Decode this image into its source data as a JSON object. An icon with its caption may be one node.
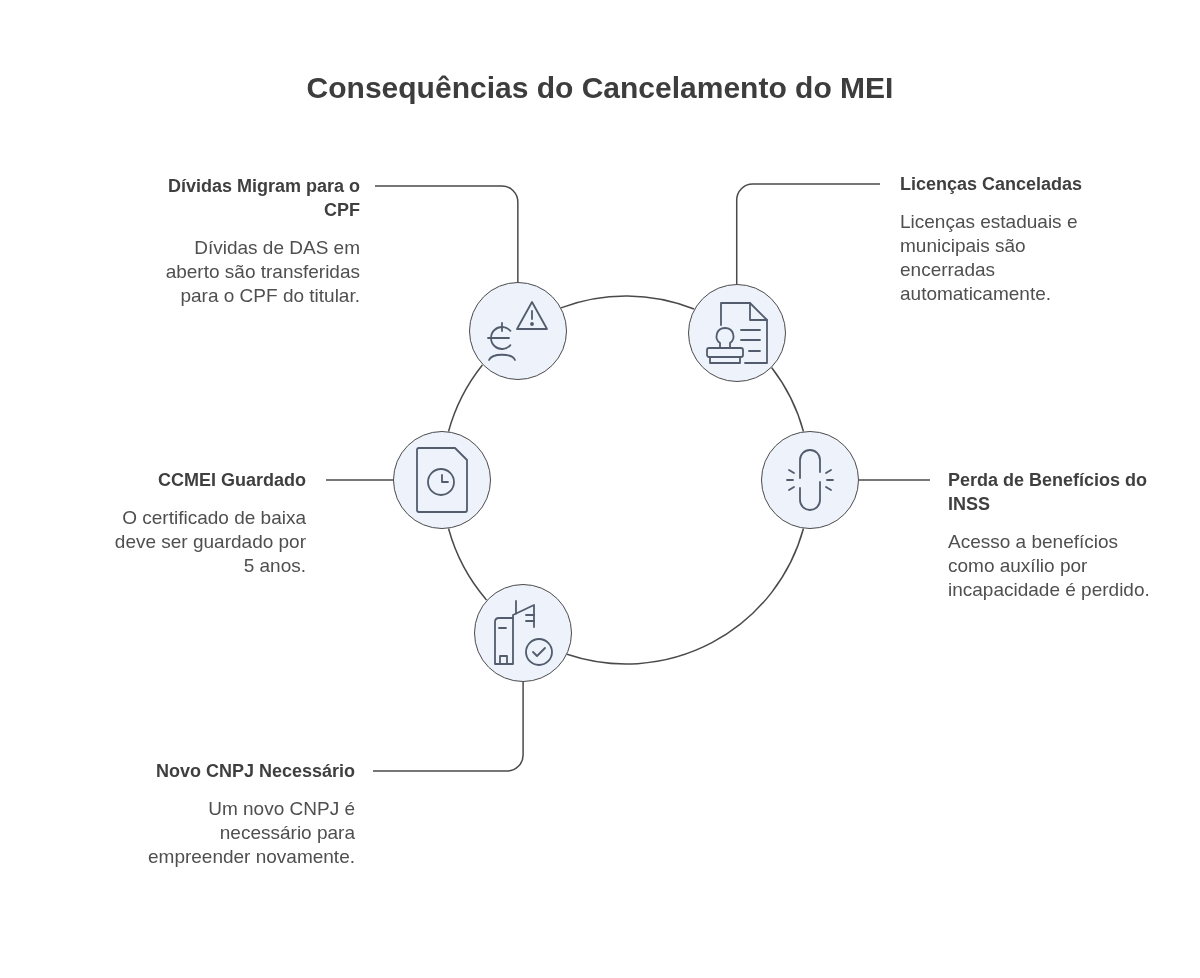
{
  "diagram": {
    "title": "Consequências do Cancelamento do MEI",
    "nodes": [
      {
        "text": [
          "Dívidas Migram para o CPF",
          "Dívidas de DAS em aberto são transferidas para o CPF do titular."
        ]
      },
      {
        "text": [],
        "shape": "circle"
      },
      {
        "text": [
          "Licenças Canceladas",
          "Licenças estaduais e municipais são encerradas automaticamente."
        ]
      },
      {
        "text": [],
        "shape": "circle"
      },
      {
        "text": [
          "CCMEI Guardado",
          "O certificado de baixa deve ser guardado por 5 anos."
        ]
      },
      {
        "text": [],
        "shape": "circle"
      },
      {
        "text": [],
        "shape": "circle"
      },
      {
        "text": [
          "Perda de Benefícios do INSS",
          "Acesso a benefícios como auxílio por incapacidade é perdido."
        ]
      },
      {
        "text": [],
        "shape": "circle"
      },
      {
        "text": [
          "Novo CNPJ Necessário",
          "Um novo CNPJ é necessário para empreender novamente."
        ]
      }
    ],
    "edges": [
      {
        "from": 0,
        "to": 1,
        "arrow": "none"
      },
      {
        "from": 2,
        "to": 3,
        "arrow": "none"
      },
      {
        "from": 4,
        "to": 5,
        "arrow": "none"
      },
      {
        "from": 7,
        "to": 6,
        "arrow": "none"
      },
      {
        "from": 9,
        "to": 8,
        "arrow": "none"
      },
      {
        "from": 1,
        "to": 3,
        "arrow": "none"
      },
      {
        "from": 3,
        "to": 6,
        "arrow": "none"
      },
      {
        "from": 6,
        "to": 8,
        "arrow": "none"
      },
      {
        "from": 8,
        "to": 5,
        "arrow": "none"
      },
      {
        "from": 5,
        "to": 1,
        "arrow": "none"
      }
    ]
  }
}
